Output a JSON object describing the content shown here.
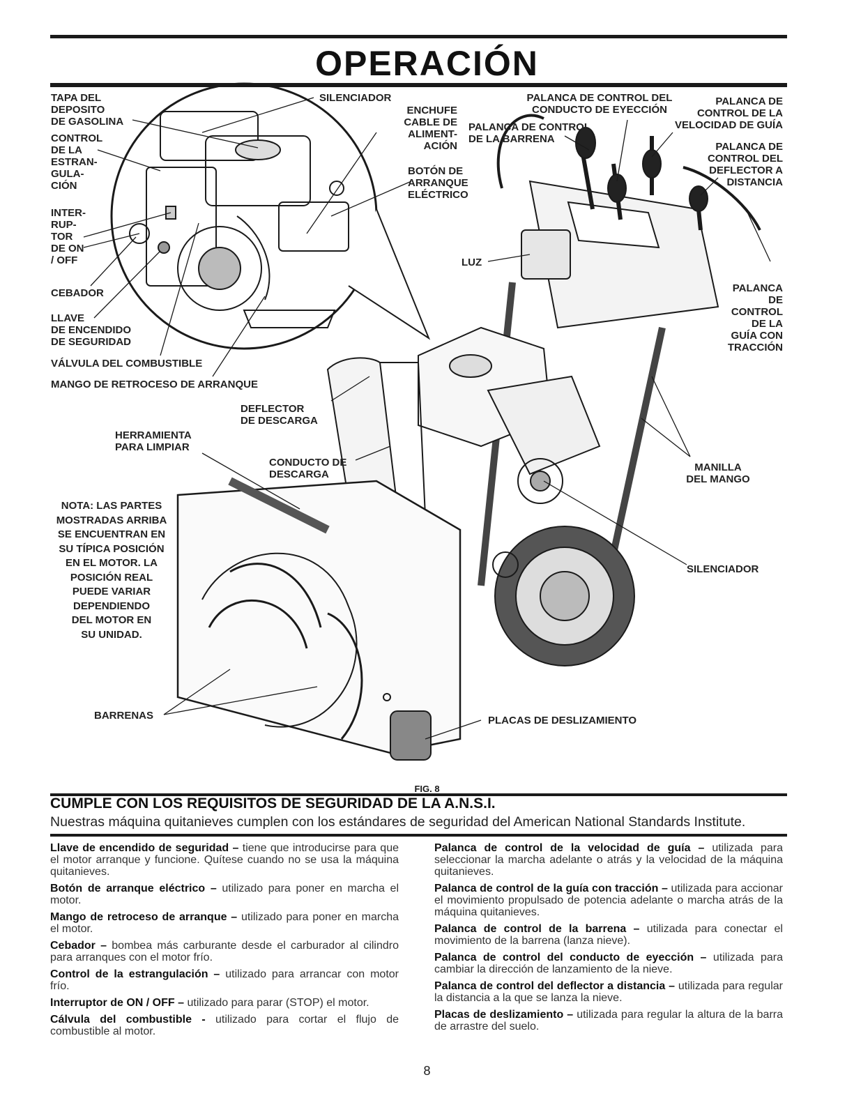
{
  "page": {
    "title": "OPERACIÓN",
    "fig_caption": "FIG. 8",
    "page_number": "8",
    "section_heading": "CUMPLE CON LOS REQUISITOS DE SEGURIDAD DE LA A.N.S.I.",
    "section_intro": "Nuestras máquina quitanieves cumplen con los estándares de seguridad del American National Standards Institute."
  },
  "labels": {
    "tapa": "TAPA DEL\nDEPOSITO\nDE GASOLINA",
    "control_estrangulacion": "CONTROL\nDE LA\nESTRAN-\nGULA-\nCIÓN",
    "interruptor": "INTER-\nRUP-\nTOR\nDE ON\n/ OFF",
    "cebador": "CEBADOR",
    "llave": "LLAVE\nDE ENCENDIDO\nDE SEGURIDAD",
    "valvula": "VÁLVULA DEL COMBUSTIBLE",
    "mango_retroceso": "MANGO DE RETROCESO DE ARRANQUE",
    "silenciador_top": "SILENCIADOR",
    "enchufe": "ENCHUFE\nCABLE DE\nALIMENT-\nACIÓN",
    "boton": "BOTÓN DE\nARRANQUE\nELÉCTRICO",
    "palanca_conducto": "PALANCA DE CONTROL DEL\nCONDUCTO DE EYECCIÓN",
    "palanca_velocidad": "PALANCA DE\nCONTROL DE LA\nVELOCIDAD DE GUÍA",
    "palanca_barrena": "PALANCA DE CONTROL\nDE LA BARRENA",
    "palanca_deflector": "PALANCA DE\nCONTROL DEL\nDEFLECTOR A\nDISTANCIA",
    "luz": "LUZ",
    "palanca_traccion": "PALANCA\nDE\nCONTROL\nDE LA\nGUÍA CON\nTRACCIÓN",
    "deflector_descarga": "DEFLECTOR\nDE DESCARGA",
    "herramienta": "HERRAMIENTA\nPARA LIMPIAR",
    "conducto_descarga": "CONDUCTO DE\nDESCARGA",
    "manilla": "MANILLA\nDEL MANGO",
    "silenciador_bottom": "SILENCIADOR",
    "nota": "NOTA: LAS PARTES\nMOSTRADAS ARRIBA\nSE ENCUENTRAN EN\nSU TÍPICA POSICIÓN\nEN EL MOTOR. LA\nPOSICIÓN REAL\nPUEDE VARIAR\nDEPENDIENDO\nDEL MOTOR EN\nSU UNIDAD.",
    "barrenas": "BARRENAS",
    "placas": "PLACAS DE DESLIZAMIENTO"
  },
  "definitions_left": [
    {
      "term": "Llave de encendido de seguridad",
      "sep": " – ",
      "text": "tiene que introducirse para que el motor arranque y funcione. Quítese cuando no se usa la máquina quitanieves."
    },
    {
      "term": "Botón de arranque eléctrico",
      "sep": " – ",
      "text": "utilizado para poner en marcha el motor."
    },
    {
      "term": "Mango de retroceso de arranque",
      "sep": " – ",
      "text": "utilizado para poner en marcha el motor."
    },
    {
      "term": "Cebador",
      "sep": " – ",
      "text": "bombea más carburante desde el carburador al cilindro para arranques con el motor frío."
    },
    {
      "term": "Control de la estrangulación",
      "sep": " – ",
      "text": "utilizado para arrancar con motor frío."
    },
    {
      "term": "Interruptor de ON / OFF",
      "sep": " – ",
      "text": "utilizado para parar (STOP) el motor."
    },
    {
      "term": "Cálvula del combustible",
      "sep": " - ",
      "text": "utilizado para cortar el flujo de combustible al motor."
    }
  ],
  "definitions_right": [
    {
      "term": "Palanca de control de la velocidad de guía",
      "sep": " – ",
      "text": "utilizada para seleccionar la marcha adelante o atrás y la velocidad de la máquina quitanieves."
    },
    {
      "term": "Palanca de control de la guía con tracción",
      "sep": " – ",
      "text": "utilizada para accionar el movimiento propulsado de potencia adelante o marcha atrás de la máquina quitanieves."
    },
    {
      "term": "Palanca de control de la barrena",
      "sep": " – ",
      "text": "utilizada para conectar el movimiento de la barrena (lanza nieve)."
    },
    {
      "term": "Palanca de control del conducto de eyección",
      "sep": " – ",
      "text": "utilizada para cambiar la dirección de lanzamiento de la nieve."
    },
    {
      "term": "Palanca de control del deflector a distancia",
      "sep": " – ",
      "text": "utilizada para regular la distancia a la que se lanza la nieve."
    },
    {
      "term": "Placas de deslizamiento",
      "sep": " – ",
      "text": "utilizada para regular la altura de la barra de arrastre del suelo."
    }
  ]
}
